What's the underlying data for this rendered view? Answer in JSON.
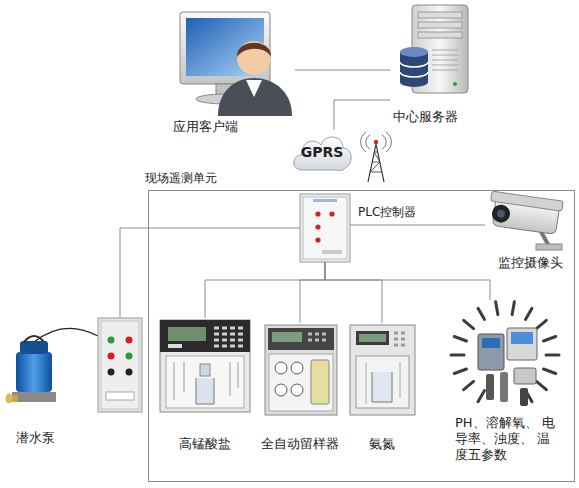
{
  "diagram": {
    "nodes": [
      {
        "text": [
          "应用客户端"
        ]
      },
      {
        "text": [
          "中心服务器"
        ]
      },
      {
        "text": [
          "GPRS"
        ]
      },
      {
        "text": [
          "现场遥测单元"
        ]
      },
      {
        "text": [
          "PLC控制器"
        ],
        "in": 3
      },
      {
        "text": [
          "监控摄像头"
        ],
        "in": 3
      },
      {
        "text": [
          "潜水泵"
        ]
      },
      {
        "text": [
          "高锰酸盐"
        ],
        "in": 3
      },
      {
        "text": [
          "全自动留样器"
        ],
        "in": 3
      },
      {
        "text": [
          "氨氮"
        ],
        "in": 3
      },
      {
        "text": [
          "PH、溶解氧、 电导率、浊度、 温度五参数"
        ],
        "in": 3
      }
    ],
    "edges": [
      {
        "from": 0,
        "to": 1,
        "arrow": "none"
      },
      {
        "from": 2,
        "to": 1,
        "arrow": "none"
      },
      {
        "from": 4,
        "to": 5,
        "arrow": "none"
      },
      {
        "from": 4,
        "to": 6,
        "arrow": "none"
      },
      {
        "from": 4,
        "to": 7,
        "arrow": "none"
      },
      {
        "from": 4,
        "to": 8,
        "arrow": "none"
      },
      {
        "from": 4,
        "to": 9,
        "arrow": "none"
      },
      {
        "from": 4,
        "to": 10,
        "arrow": "none"
      }
    ]
  }
}
